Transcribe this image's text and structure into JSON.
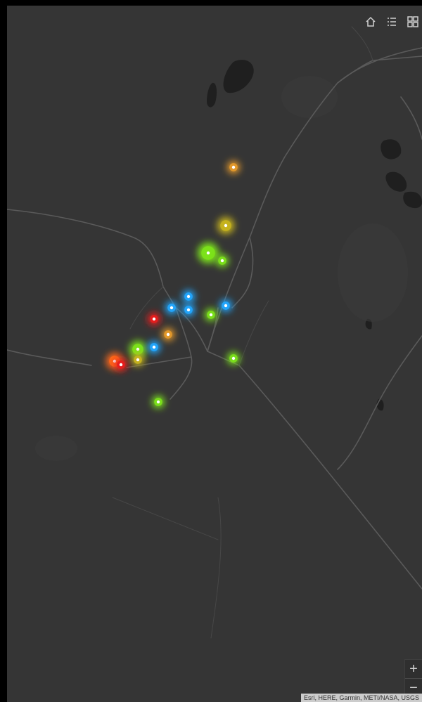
{
  "toolbar": {
    "home_icon": "home-icon",
    "legend_icon": "list-icon",
    "basemap_icon": "basemap-gallery-icon"
  },
  "zoom": {
    "in_label": "+",
    "out_label": "−"
  },
  "attribution": {
    "text": "Esri, HERE, Garmin, METI/NASA, USGS"
  },
  "colors": {
    "map_background": "#353535",
    "frame": "#000000",
    "road": "#5a5a5a",
    "water": "#1f1f1f"
  },
  "markers": [
    {
      "id": "m1",
      "color": "#e69a2a",
      "size": "small"
    },
    {
      "id": "m2",
      "color": "#c7b41e",
      "size": "medium"
    },
    {
      "id": "m3",
      "color": "#7ce21a",
      "size": "large"
    },
    {
      "id": "m4",
      "color": "#7ce21a",
      "size": "small"
    },
    {
      "id": "m5",
      "color": "#22a7ff",
      "size": "small"
    },
    {
      "id": "m6",
      "color": "#22a7ff",
      "size": "small"
    },
    {
      "id": "m7",
      "color": "#22a7ff",
      "size": "small"
    },
    {
      "id": "m8",
      "color": "#22a7ff",
      "size": "small"
    },
    {
      "id": "m9",
      "color": "#7ce21a",
      "size": "small"
    },
    {
      "id": "m10",
      "color": "#e81d1d",
      "size": "small"
    },
    {
      "id": "m11",
      "color": "#e69a2a",
      "size": "small"
    },
    {
      "id": "m12",
      "color": "#7ce21a",
      "size": "medium"
    },
    {
      "id": "m13",
      "color": "#22a7ff",
      "size": "small"
    },
    {
      "id": "m14",
      "color": "#c7b41e",
      "size": "small"
    },
    {
      "id": "m15",
      "color": "#ff6a1a",
      "size": "medium"
    },
    {
      "id": "m16",
      "color": "#e81d1d",
      "size": "small"
    },
    {
      "id": "m17",
      "color": "#7ce21a",
      "size": "small"
    },
    {
      "id": "m18",
      "color": "#7ce21a",
      "size": "small"
    }
  ]
}
